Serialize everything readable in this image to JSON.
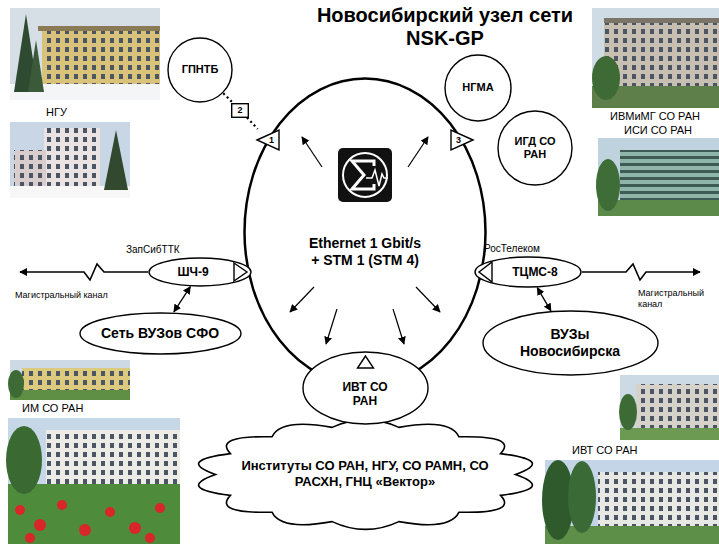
{
  "diagram": {
    "title": "Новосибирский узел сети NSK-GP",
    "nodes": [
      {
        "text": [
          "ГПНТБ"
        ]
      },
      {
        "text": [
          "НГМА"
        ]
      },
      {
        "text": [
          "ИГД СО РАН"
        ]
      },
      {
        "text": [
          "2"
        ]
      },
      {
        "text": [
          "1"
        ]
      },
      {
        "text": [
          "3"
        ]
      },
      {
        "text": [
          "Ethernet 1 Gbit/s + STM 1 (STM 4)"
        ]
      },
      {
        "text": [
          "ЗапСибТТК",
          "ШЧ-9"
        ]
      },
      {
        "text": [
          "РосТелеком",
          "ТЦМС-8"
        ]
      },
      {
        "text": [
          "Сеть ВУЗов СФО"
        ]
      },
      {
        "text": [
          "ВУЗы Новосибирска"
        ]
      },
      {
        "text": [
          "ИВТ СО РАН"
        ]
      },
      {
        "text": [
          "Институты СО РАН, НГУ, СО РАМН, СО РАСХН, ГНЦ «Вектор»"
        ]
      }
    ],
    "edges": [
      {
        "from": 0,
        "to": 3,
        "arrow": "none"
      },
      {
        "from": 3,
        "to": 4,
        "arrow": "none"
      },
      {
        "from": 7,
        "to": 9,
        "arrow": "both"
      },
      {
        "from": 8,
        "to": 10,
        "arrow": "both"
      }
    ],
    "labels": [
      "НГУ",
      "ИВМиМГ СО РАН",
      "ИСИ СО РАН",
      "Магистральный канал",
      "Магистральный канал",
      "ИМ СО РАН",
      "ИВТ СО РАН"
    ]
  }
}
